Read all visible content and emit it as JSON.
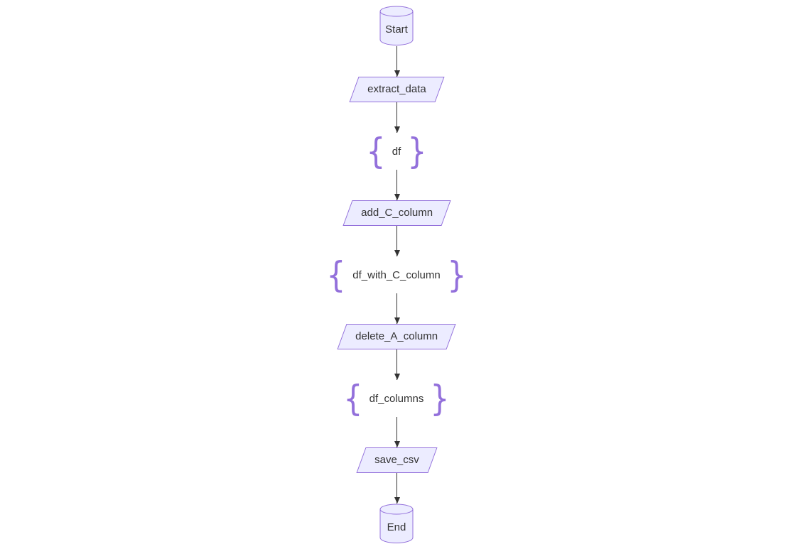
{
  "diagram": {
    "type": "flowchart",
    "direction": "top-bottom",
    "colors": {
      "node_fill": "#ECECFF",
      "node_stroke": "#9370DB",
      "brace": "#9370DB",
      "label_text": "#333333",
      "edge": "#333333",
      "background": "#ffffff"
    },
    "glyphs": {
      "left_brace": "{",
      "right_brace": "}"
    },
    "nodes": [
      {
        "id": "start",
        "shape": "cylinder",
        "label": "Start"
      },
      {
        "id": "extract_data",
        "shape": "parallelogram",
        "label": "extract_data"
      },
      {
        "id": "df",
        "shape": "braces",
        "label": "df"
      },
      {
        "id": "add_C_column",
        "shape": "parallelogram",
        "label": "add_C_column"
      },
      {
        "id": "df_with_C_column",
        "shape": "braces",
        "label": "df_with_C_column"
      },
      {
        "id": "delete_A_column",
        "shape": "parallelogram",
        "label": "delete_A_column"
      },
      {
        "id": "df_columns",
        "shape": "braces",
        "label": "df_columns"
      },
      {
        "id": "save_csv",
        "shape": "parallelogram",
        "label": "save_csv"
      },
      {
        "id": "end",
        "shape": "cylinder",
        "label": "End"
      }
    ],
    "edges": [
      {
        "from": "start",
        "to": "extract_data"
      },
      {
        "from": "extract_data",
        "to": "df"
      },
      {
        "from": "df",
        "to": "add_C_column"
      },
      {
        "from": "add_C_column",
        "to": "df_with_C_column"
      },
      {
        "from": "df_with_C_column",
        "to": "delete_A_column"
      },
      {
        "from": "delete_A_column",
        "to": "df_columns"
      },
      {
        "from": "df_columns",
        "to": "save_csv"
      },
      {
        "from": "save_csv",
        "to": "end"
      }
    ]
  }
}
